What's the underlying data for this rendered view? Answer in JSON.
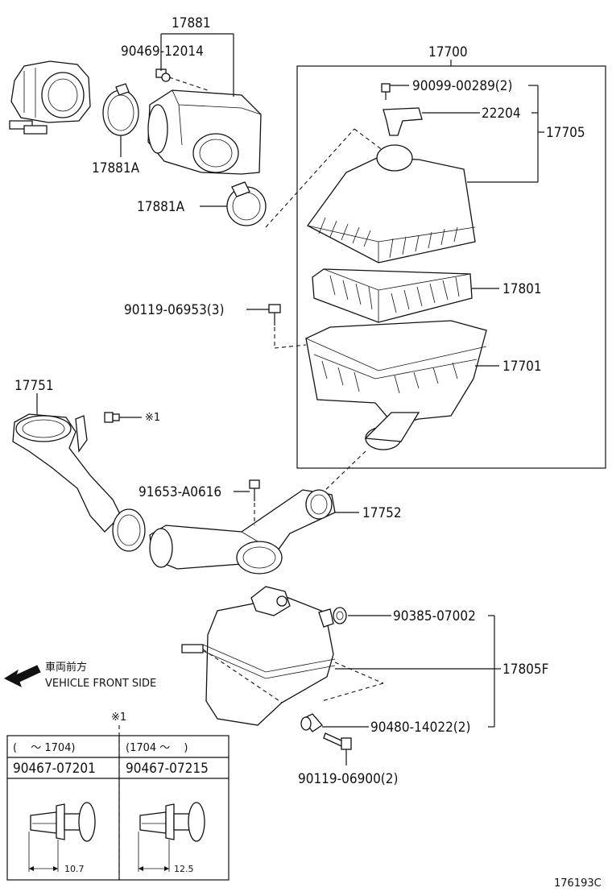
{
  "parts": {
    "p17881": "17881",
    "p90469": "90469-12014",
    "p17881A_top": "17881A",
    "p17881A_mid": "17881A",
    "p17700": "17700",
    "p90099": "90099-00289(2)",
    "p22204": "22204",
    "p17705": "17705",
    "p17801": "17801",
    "p90119_a": "90119-06953(3)",
    "p17701": "17701",
    "p17751": "17751",
    "ref1_small": "※1",
    "p91653": "91653-A0616",
    "p17752": "17752",
    "p90385": "90385-07002",
    "p17805F": "17805F",
    "p90480": "90480-14022(2)",
    "p90119_b": "90119-06900(2)"
  },
  "direction": {
    "jp": "車両前方",
    "en": "VEHICLE FRONT SIDE"
  },
  "ref_table": {
    "title": "※1",
    "col1_range": "(　 ～ 1704)",
    "col2_range": "(1704 ～ 　)",
    "col1_part": "90467-07201",
    "col2_part": "90467-07215",
    "col1_dim": "10.7",
    "col2_dim": "12.5"
  },
  "footer": {
    "code": "176193C"
  }
}
